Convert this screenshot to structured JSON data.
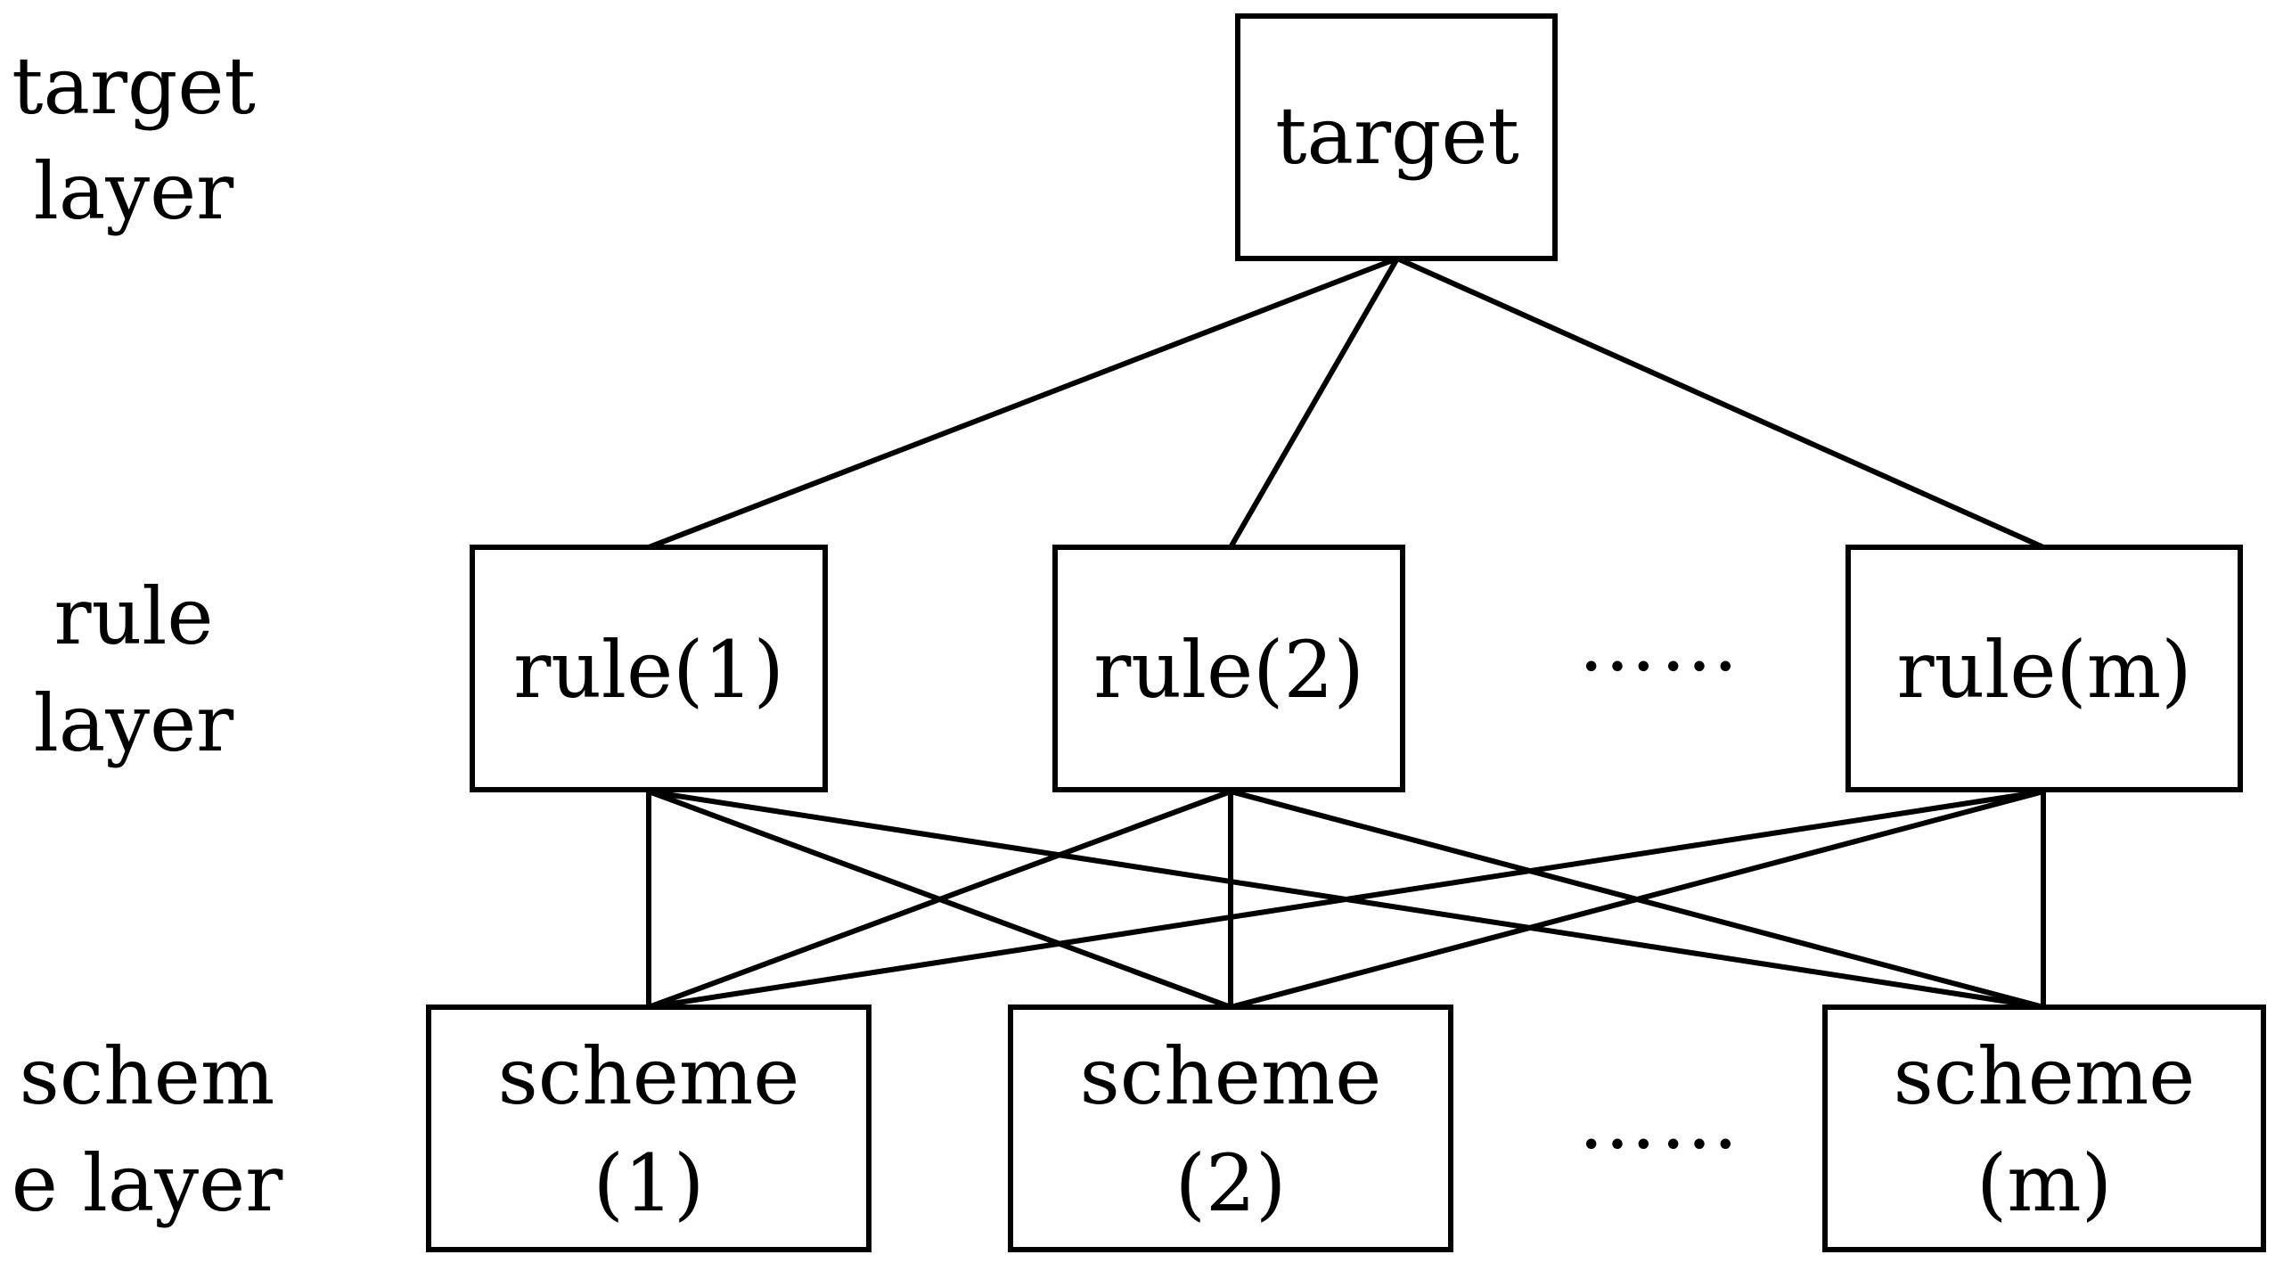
{
  "layers": {
    "target": [
      "target",
      "layer"
    ],
    "rule": [
      "rule",
      "layer"
    ],
    "scheme": [
      "schem",
      "e layer"
    ]
  },
  "nodes": {
    "target": "target",
    "rules": [
      "rule(1)",
      "rule(2)",
      "rule(m)"
    ],
    "schemes": [
      [
        "scheme",
        "(1)"
      ],
      [
        "scheme",
        "(2)"
      ],
      [
        "scheme",
        "(m)"
      ]
    ]
  },
  "ellipsis": {
    "rule": "……",
    "scheme": "……"
  },
  "colors": {
    "stroke": "#000000",
    "background": "#ffffff",
    "text": "#000000"
  }
}
